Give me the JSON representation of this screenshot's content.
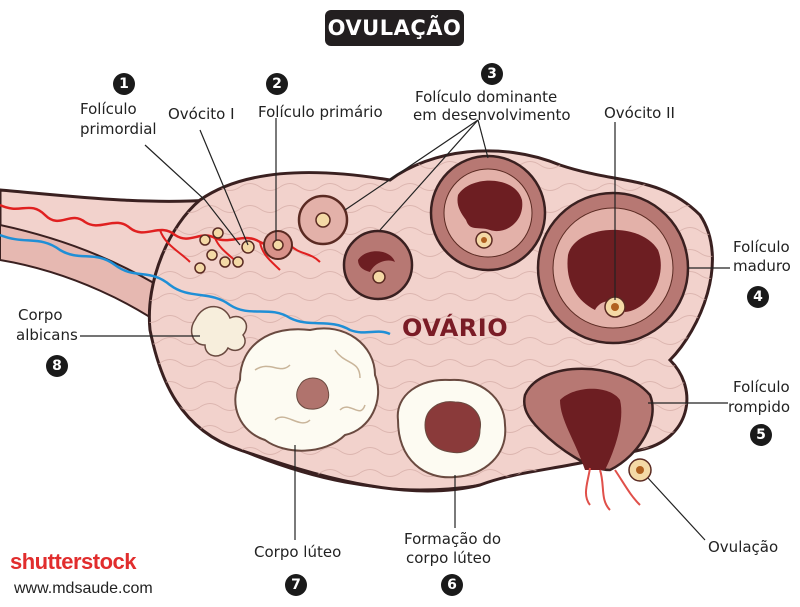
{
  "title": "OVULAÇÃO",
  "organ_label": "OVÁRIO",
  "labels": {
    "primordial_line1": "Folículo",
    "primordial_line2": "primordial",
    "ovocito1": "Ovócito I",
    "primario": "Folículo primário",
    "dominante_line1": "Folículo dominante",
    "dominante_line2": "em desenvolvimento",
    "ovocito2": "Ovócito II",
    "maduro_line1": "Folículo",
    "maduro_line2": "maduro",
    "rompido_line1": "Folículo",
    "rompido_line2": "rompido",
    "ovulacao": "Ovulação",
    "formacao_line1": "Formação do",
    "formacao_line2": "corpo lúteo",
    "corpo_luteo": "Corpo lúteo",
    "albicans_line1": "Corpo",
    "albicans_line2": "albicans"
  },
  "badges": {
    "b1": "1",
    "b2": "2",
    "b3": "3",
    "b4": "4",
    "b5": "5",
    "b6": "6",
    "b7": "7",
    "b8": "8"
  },
  "watermark": {
    "brand": "shutterstock",
    "site": "www.mdsaude.com"
  },
  "colors": {
    "ovary_fill": "#f2d2cc",
    "ovary_outline": "#3a2020",
    "stroma_lines": "#c9a09a",
    "follicle_outer": "#b77873",
    "follicle_antrum": "#6d1e22",
    "oocyte": "#f4d9a6",
    "artery": "#e02020",
    "vein": "#1f8fd6",
    "corpus_luteum": "#fdfbf2",
    "corpus_luteum_core": "#b0736d",
    "title_bg": "#231f20"
  }
}
